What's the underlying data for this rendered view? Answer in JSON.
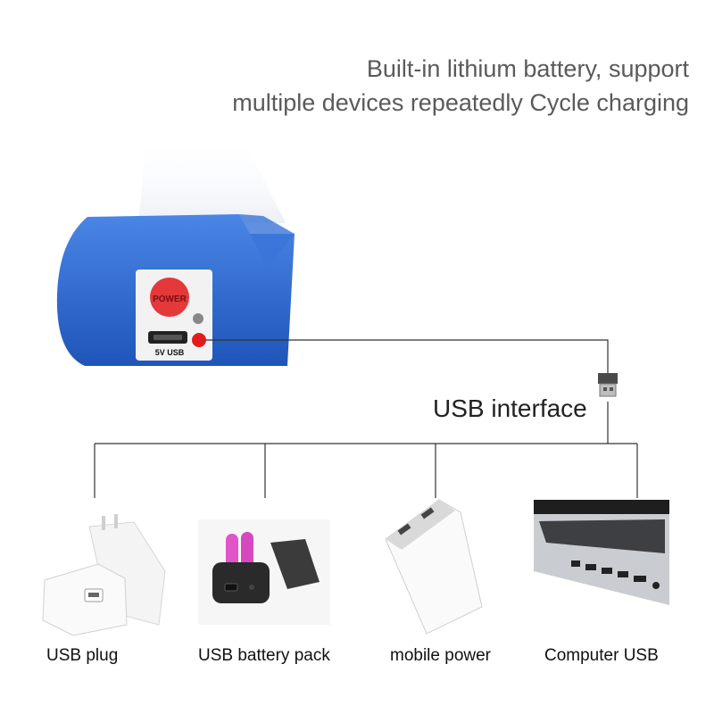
{
  "headline": {
    "line1": "Built-in lithium battery, support",
    "line2": "multiple devices repeatedly Cycle charging"
  },
  "battery": {
    "power_label": "POWER",
    "port_label": "5V USB",
    "brand_color": "#2f6fd0",
    "indicator_color": "#e21b1b"
  },
  "connector_label": "USB interface",
  "devices": [
    {
      "label": "USB plug",
      "icon": "wall-charger-icon"
    },
    {
      "label": "USB battery pack",
      "icon": "battery-pack-icon"
    },
    {
      "label": "mobile power",
      "icon": "power-bank-icon"
    },
    {
      "label": "Computer USB",
      "icon": "laptop-usb-icon"
    }
  ]
}
